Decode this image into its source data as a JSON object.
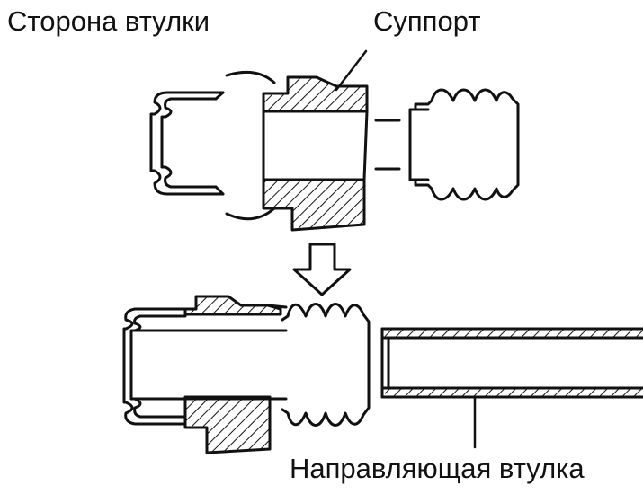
{
  "labels": {
    "bushing_side": "Сторона втулки",
    "caliper": "Суппорт",
    "guide_bushing": "Направляющая втулка"
  },
  "style": {
    "line_color": "#111111",
    "background": "#ffffff"
  }
}
